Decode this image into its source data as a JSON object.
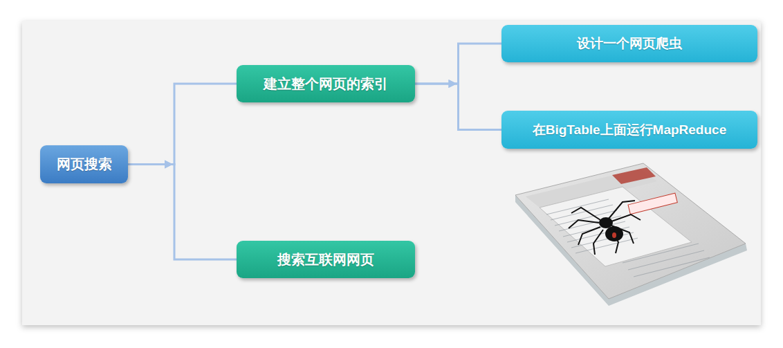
{
  "diagram": {
    "nodes": [
      {
        "text": [
          "网页搜索"
        ]
      },
      {
        "text": [
          "建立整个网页的索引"
        ]
      },
      {
        "text": [
          "搜索互联网网页"
        ]
      },
      {
        "text": [
          "设计一个网页爬虫"
        ]
      },
      {
        "text": [
          "在BigTable上面运行MapReduce"
        ]
      }
    ],
    "edges": [
      {
        "from": 0,
        "to": 1,
        "arrow": "to"
      },
      {
        "from": 0,
        "to": 2,
        "arrow": "to"
      },
      {
        "from": 1,
        "to": 3,
        "arrow": "to"
      },
      {
        "from": 1,
        "to": 4,
        "arrow": "to"
      }
    ]
  }
}
